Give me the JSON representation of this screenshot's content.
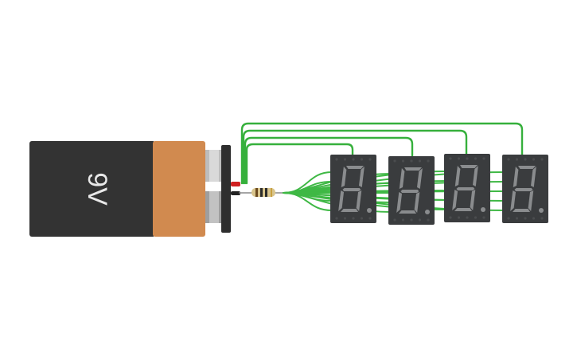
{
  "battery": {
    "label": "9V",
    "body_color": "#333333",
    "band_color": "#d18a4f",
    "terminal_color": "#c0c0c0"
  },
  "wires": {
    "color": "#36b03c"
  },
  "resistor": {
    "body_color": "#d8c48c",
    "bands": [
      "#6b4a1f",
      "#2b2b2b",
      "#2b2b2b",
      "#c8a040"
    ]
  },
  "displays": {
    "count": 4,
    "body_color": "#3a3c3e",
    "segment_color": "#8a8c8e",
    "items": [
      {
        "id": "display-1"
      },
      {
        "id": "display-2"
      },
      {
        "id": "display-3"
      },
      {
        "id": "display-4"
      }
    ]
  }
}
